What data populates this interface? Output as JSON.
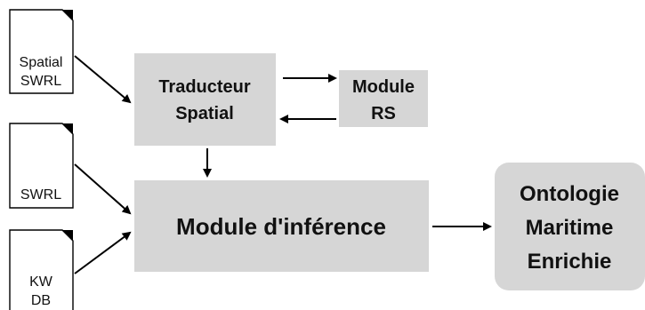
{
  "documents": [
    {
      "id": "spatial-swrl",
      "lines": [
        "Spatial",
        "SWRL"
      ]
    },
    {
      "id": "swrl",
      "lines": [
        "SWRL"
      ]
    },
    {
      "id": "kw-db",
      "lines": [
        "KW",
        "DB"
      ]
    }
  ],
  "boxes": {
    "traducteur": {
      "lines": [
        "Traducteur",
        "Spatial"
      ]
    },
    "module_rs": {
      "lines": [
        "Module",
        "RS"
      ]
    },
    "inference": {
      "lines": [
        "Module d'inférence"
      ]
    },
    "ontologie": {
      "lines": [
        "Ontologie",
        "Maritime",
        "Enrichie"
      ]
    }
  },
  "colors": {
    "box_fill": "#d6d6d6",
    "text": "#111111",
    "arrow": "#000000",
    "document_fill": "#ffffff"
  }
}
